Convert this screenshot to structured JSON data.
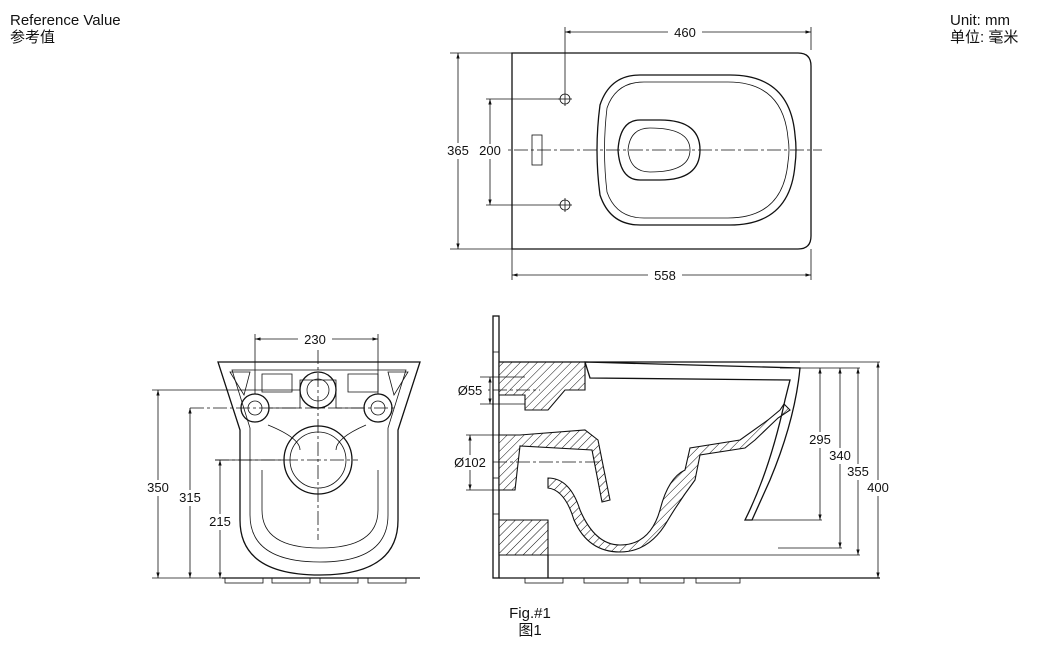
{
  "header": {
    "reference_en": "Reference Value",
    "reference_cn": "参考值",
    "unit_en": "Unit: mm",
    "unit_cn": "单位: 毫米"
  },
  "figure": {
    "caption_en": "Fig.#1",
    "caption_cn": "图1"
  },
  "top_view": {
    "dim_width_holes": "460",
    "dim_length": "558",
    "dim_width": "365",
    "dim_bolt_spacing": "200"
  },
  "rear_view": {
    "dim_bolt_spacing": "230",
    "dim_height_350": "350",
    "dim_height_315": "315",
    "dim_height_215": "215"
  },
  "side_view": {
    "dim_inlet_dia": "Ø55",
    "dim_outlet_dia": "Ø102",
    "dim_295": "295",
    "dim_340": "340",
    "dim_355": "355",
    "dim_400": "400"
  }
}
